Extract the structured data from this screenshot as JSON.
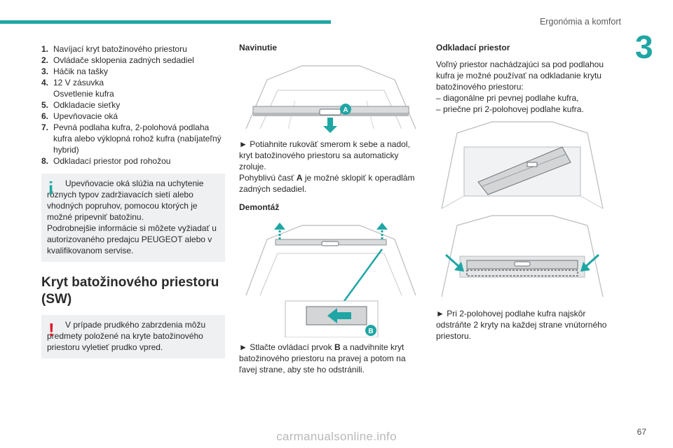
{
  "header": {
    "title": "Ergonómia a komfort",
    "chapter": "3",
    "accent": "#1fa6a4"
  },
  "list": [
    {
      "num": "1.",
      "text": "Navíjací kryt batožinového priestoru"
    },
    {
      "num": "2.",
      "text": "Ovládače sklopenia zadných sedadiel"
    },
    {
      "num": "3.",
      "text": "Háčik na tašky"
    },
    {
      "num": "4.",
      "text": "12 V zásuvka"
    },
    {
      "num": "",
      "text": "Osvetlenie kufra"
    },
    {
      "num": "5.",
      "text": "Odkladacie sieťky"
    },
    {
      "num": "6.",
      "text": "Upevňovacie oká"
    },
    {
      "num": "7.",
      "text": "Pevná podlaha kufra, 2-polohová podlaha kufra alebo výklopná rohož kufra (nabíjateľný hybrid)"
    },
    {
      "num": "8.",
      "text": "Odkladací priestor pod rohožou"
    }
  ],
  "info_note": {
    "p1": "Upevňovacie oká slúžia na uchytenie rôznych typov zadržiavacích sietí alebo vhodných popruhov, pomocou ktorých je možné pripevniť batožinu.",
    "p2": "Podrobnejšie informácie si môžete vyžiadať u autorizovaného predajcu PEUGEOT alebo v kvalifikovanom servise."
  },
  "section_title": "Kryt batožinového priestoru (SW)",
  "warning_note": "V prípade prudkého zabrzdenia môžu predmety položené na kryte batožinového priestoru vyletieť prudko vpred.",
  "col2": {
    "navinutie_title": "Navinutie",
    "navinutie_p1": "► Potiahnite rukoväť smerom k sebe a nadol, kryt batožinového priestoru sa automaticky zroluje.",
    "navinutie_p2_pre": "Pohyblivú časť ",
    "navinutie_p2_bold": "A",
    "navinutie_p2_post": " je možné sklopiť k operadlám zadných sedadiel.",
    "label_a": "A",
    "demontaz_title": "Demontáž",
    "label_b": "B",
    "demontaz_p_pre": "► Stlačte ovládací prvok ",
    "demontaz_p_bold": "B",
    "demontaz_p_post": " a nadvihnite kryt batožinového priestoru na pravej a potom na ľavej strane, aby ste ho odstránili."
  },
  "col3": {
    "title": "Odkladací priestor",
    "p1": "Voľný priestor nachádzajúci sa pod podlahou kufra je možné používať na odkladanie krytu batožinového priestoru:",
    "b1": "–  diagonálne pri pevnej podlahe kufra,",
    "b2": "–  priečne pri 2-polohovej podlahe kufra.",
    "p2": "► Pri 2-polohovej podlahe kufra najskôr odstráňte 2 kryty na každej strane vnútorného priestoru."
  },
  "page_number": "67",
  "watermark": "carmanualsonline.info"
}
